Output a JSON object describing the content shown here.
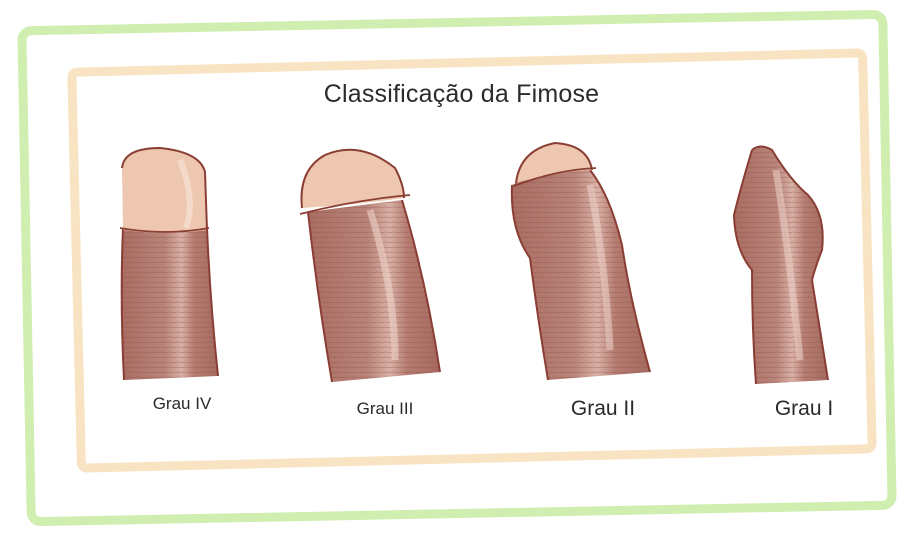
{
  "title": "Classificação da Fimose",
  "grades": [
    {
      "label": "Grau IV"
    },
    {
      "label": "Grau III"
    },
    {
      "label": "Grau II"
    },
    {
      "label": "Grau I"
    }
  ],
  "colors": {
    "outer_frame": "#cfeeb0",
    "inner_frame": "#f8e4c2",
    "skin": "#b87f74",
    "glans": "#eec7b1",
    "outline": "#8a3e33"
  }
}
